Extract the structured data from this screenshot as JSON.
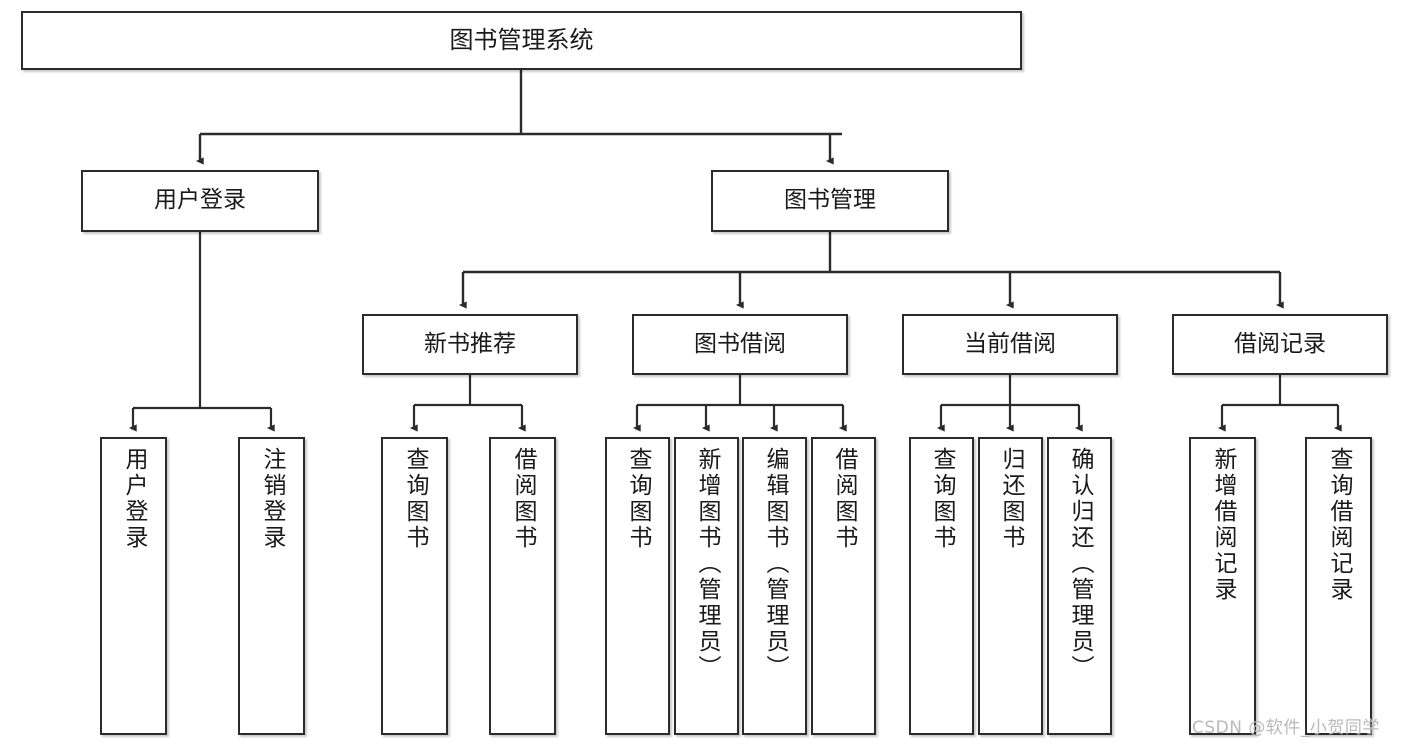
{
  "diagram": {
    "title": "图书管理系统",
    "type": "tree-hierarchy-chart",
    "watermark": "CSDN @软件_小贺同学",
    "colors": {
      "box_border": "#2b2b2b",
      "box_fill": "#ffffff",
      "edge": "#2b2b2b",
      "text": "#1a1a1a",
      "watermark": "#b9b9b9",
      "background": "#ffffff"
    },
    "nodes": {
      "root": {
        "label": "图书管理系统"
      },
      "level2": [
        {
          "label": "用户登录"
        },
        {
          "label": "图书管理"
        }
      ],
      "level3": [
        {
          "label": "新书推荐"
        },
        {
          "label": "图书借阅"
        },
        {
          "label": "当前借阅"
        },
        {
          "label": "借阅记录"
        }
      ],
      "leaves": {
        "user_login": [
          {
            "label": "用户登录"
          },
          {
            "label": "注销登录"
          }
        ],
        "new_book_recommend": [
          {
            "label": "查询图书"
          },
          {
            "label": "借阅图书"
          }
        ],
        "book_borrow": [
          {
            "label": "查询图书"
          },
          {
            "label": "新增图书（管理员）"
          },
          {
            "label": "编辑图书（管理员）"
          },
          {
            "label": "借阅图书"
          }
        ],
        "current_borrow": [
          {
            "label": "查询图书"
          },
          {
            "label": "归还图书"
          },
          {
            "label": "确认归还（管理员）"
          }
        ],
        "borrow_record": [
          {
            "label": "新增借阅记录"
          },
          {
            "label": "查询借阅记录"
          }
        ]
      }
    }
  }
}
